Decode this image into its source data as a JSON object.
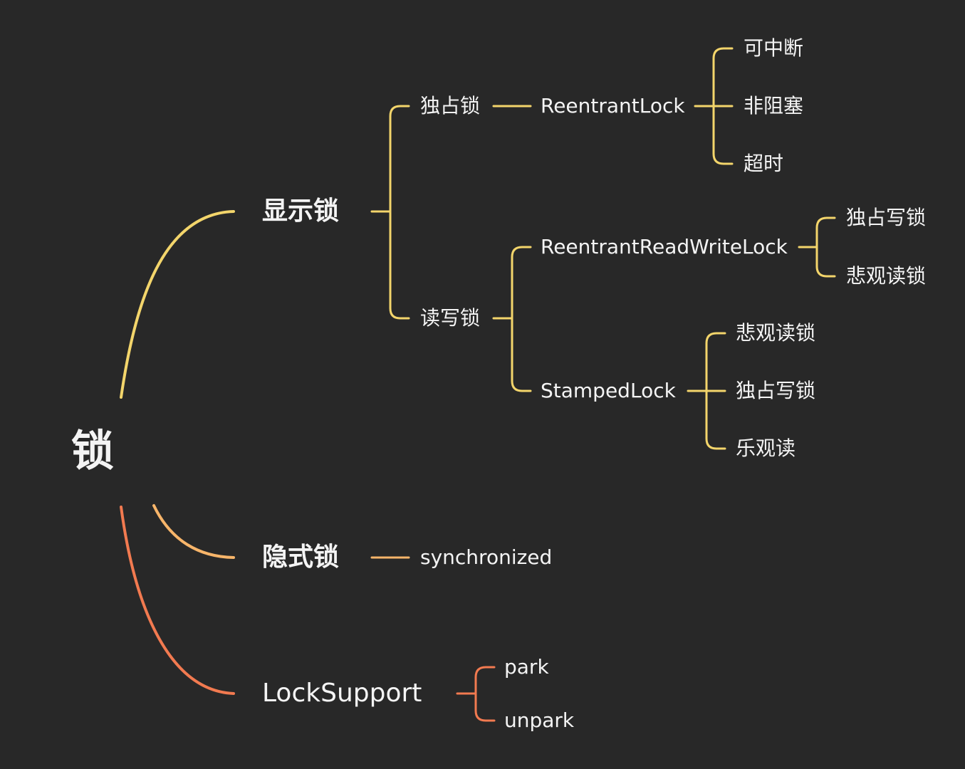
{
  "colors": {
    "background": "#282828",
    "text": "#f4f4f4",
    "branch_explicit": "#f3d56b",
    "branch_implicit": "#f7b56a",
    "branch_support": "#f27a50"
  },
  "root": {
    "label": "锁"
  },
  "explicit": {
    "label": "显示锁",
    "exclusive": {
      "label": "独占锁",
      "impl": "ReentrantLock",
      "features": [
        "可中断",
        "非阻塞",
        "超时"
      ]
    },
    "readwrite": {
      "label": "读写锁",
      "rrwl": {
        "label": "ReentrantReadWriteLock",
        "children": [
          "独占写锁",
          "悲观读锁"
        ]
      },
      "stamped": {
        "label": "StampedLock",
        "children": [
          "悲观读锁",
          "独占写锁",
          "乐观读"
        ]
      }
    }
  },
  "implicit": {
    "label": "隐式锁",
    "impl": "synchronized"
  },
  "support": {
    "label": "LockSupport",
    "children": [
      "park",
      "unpark"
    ]
  }
}
